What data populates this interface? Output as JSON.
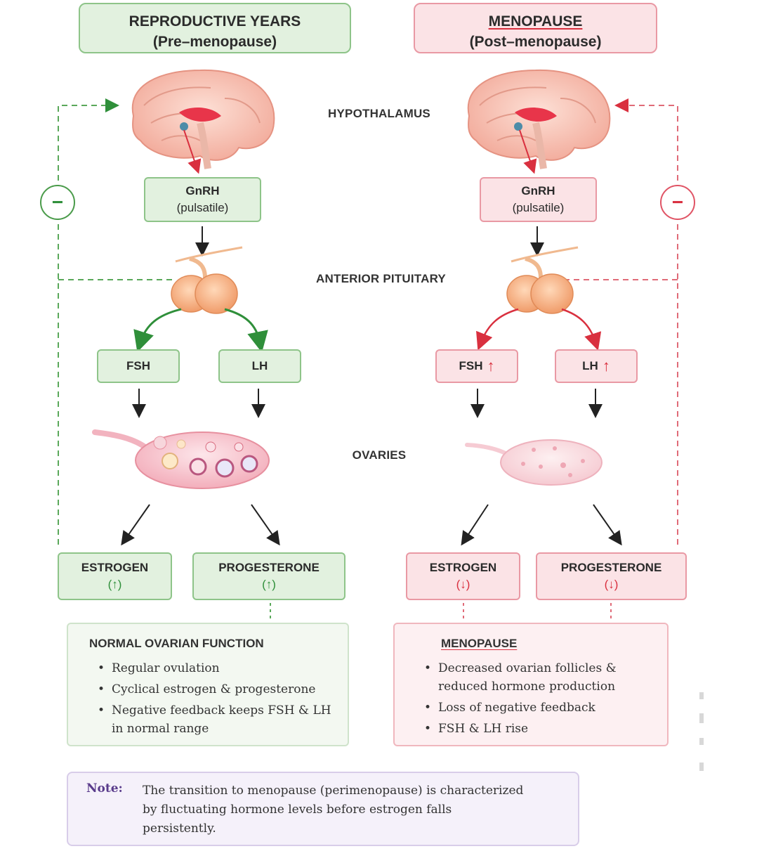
{
  "headers": {
    "left_title": "REPRODUCTIVE YEARS",
    "left_subtitle": "(Pre–menopause)",
    "right_title": "MENOPAUSE",
    "right_subtitle": "(Post–menopause)"
  },
  "labels": {
    "hypothalamus": "HYPOTHALAMUS",
    "pituitary": "ANTERIOR PITUITARY",
    "ovaries": "OVARIES"
  },
  "feedback": {
    "symbol": "−"
  },
  "left": {
    "gnrh_title": "GnRH",
    "gnrh_sub": "(pulsatile)",
    "fsh": "FSH",
    "lh": "LH",
    "estrogen": "ESTROGEN",
    "estrogen_change": "(↑)",
    "progesterone": "PROGESTERONE",
    "progesterone_change": "(↑)"
  },
  "right": {
    "gnrh_title": "GnRH",
    "gnrh_sub": "(pulsatile)",
    "fsh": "FSH",
    "lh": "LH",
    "up_arrow": "↑",
    "estrogen": "ESTROGEN",
    "estrogen_change": "(↓)",
    "progesterone": "PROGESTERONE",
    "progesterone_change": "(↓)"
  },
  "normal_box": {
    "title": "NORMAL OVARIAN FUNCTION",
    "items": [
      "Regular ovulation",
      "Cyclical estrogen & progesterone",
      "Negative feedback keeps FSH & LH in normal range"
    ]
  },
  "menopause_box": {
    "title": "MENOPAUSE",
    "items": [
      "Decreased ovarian follicles & reduced hormone production",
      "Loss of negative feedback",
      "FSH & LH rise"
    ]
  },
  "note": {
    "label": "Note:",
    "text": "The transition to menopause (perimenopause) is characterized by fluctuating hormone levels before estrogen falls persistently."
  },
  "colors": {
    "green_fill": "#e2f1df",
    "green_border": "#8ec489",
    "pink_fill": "#fbe3e6",
    "pink_border": "#e999a4",
    "green_arrow": "#2f8f3a",
    "red_arrow": "#d9303f",
    "note_label": "#5a3c8c"
  }
}
